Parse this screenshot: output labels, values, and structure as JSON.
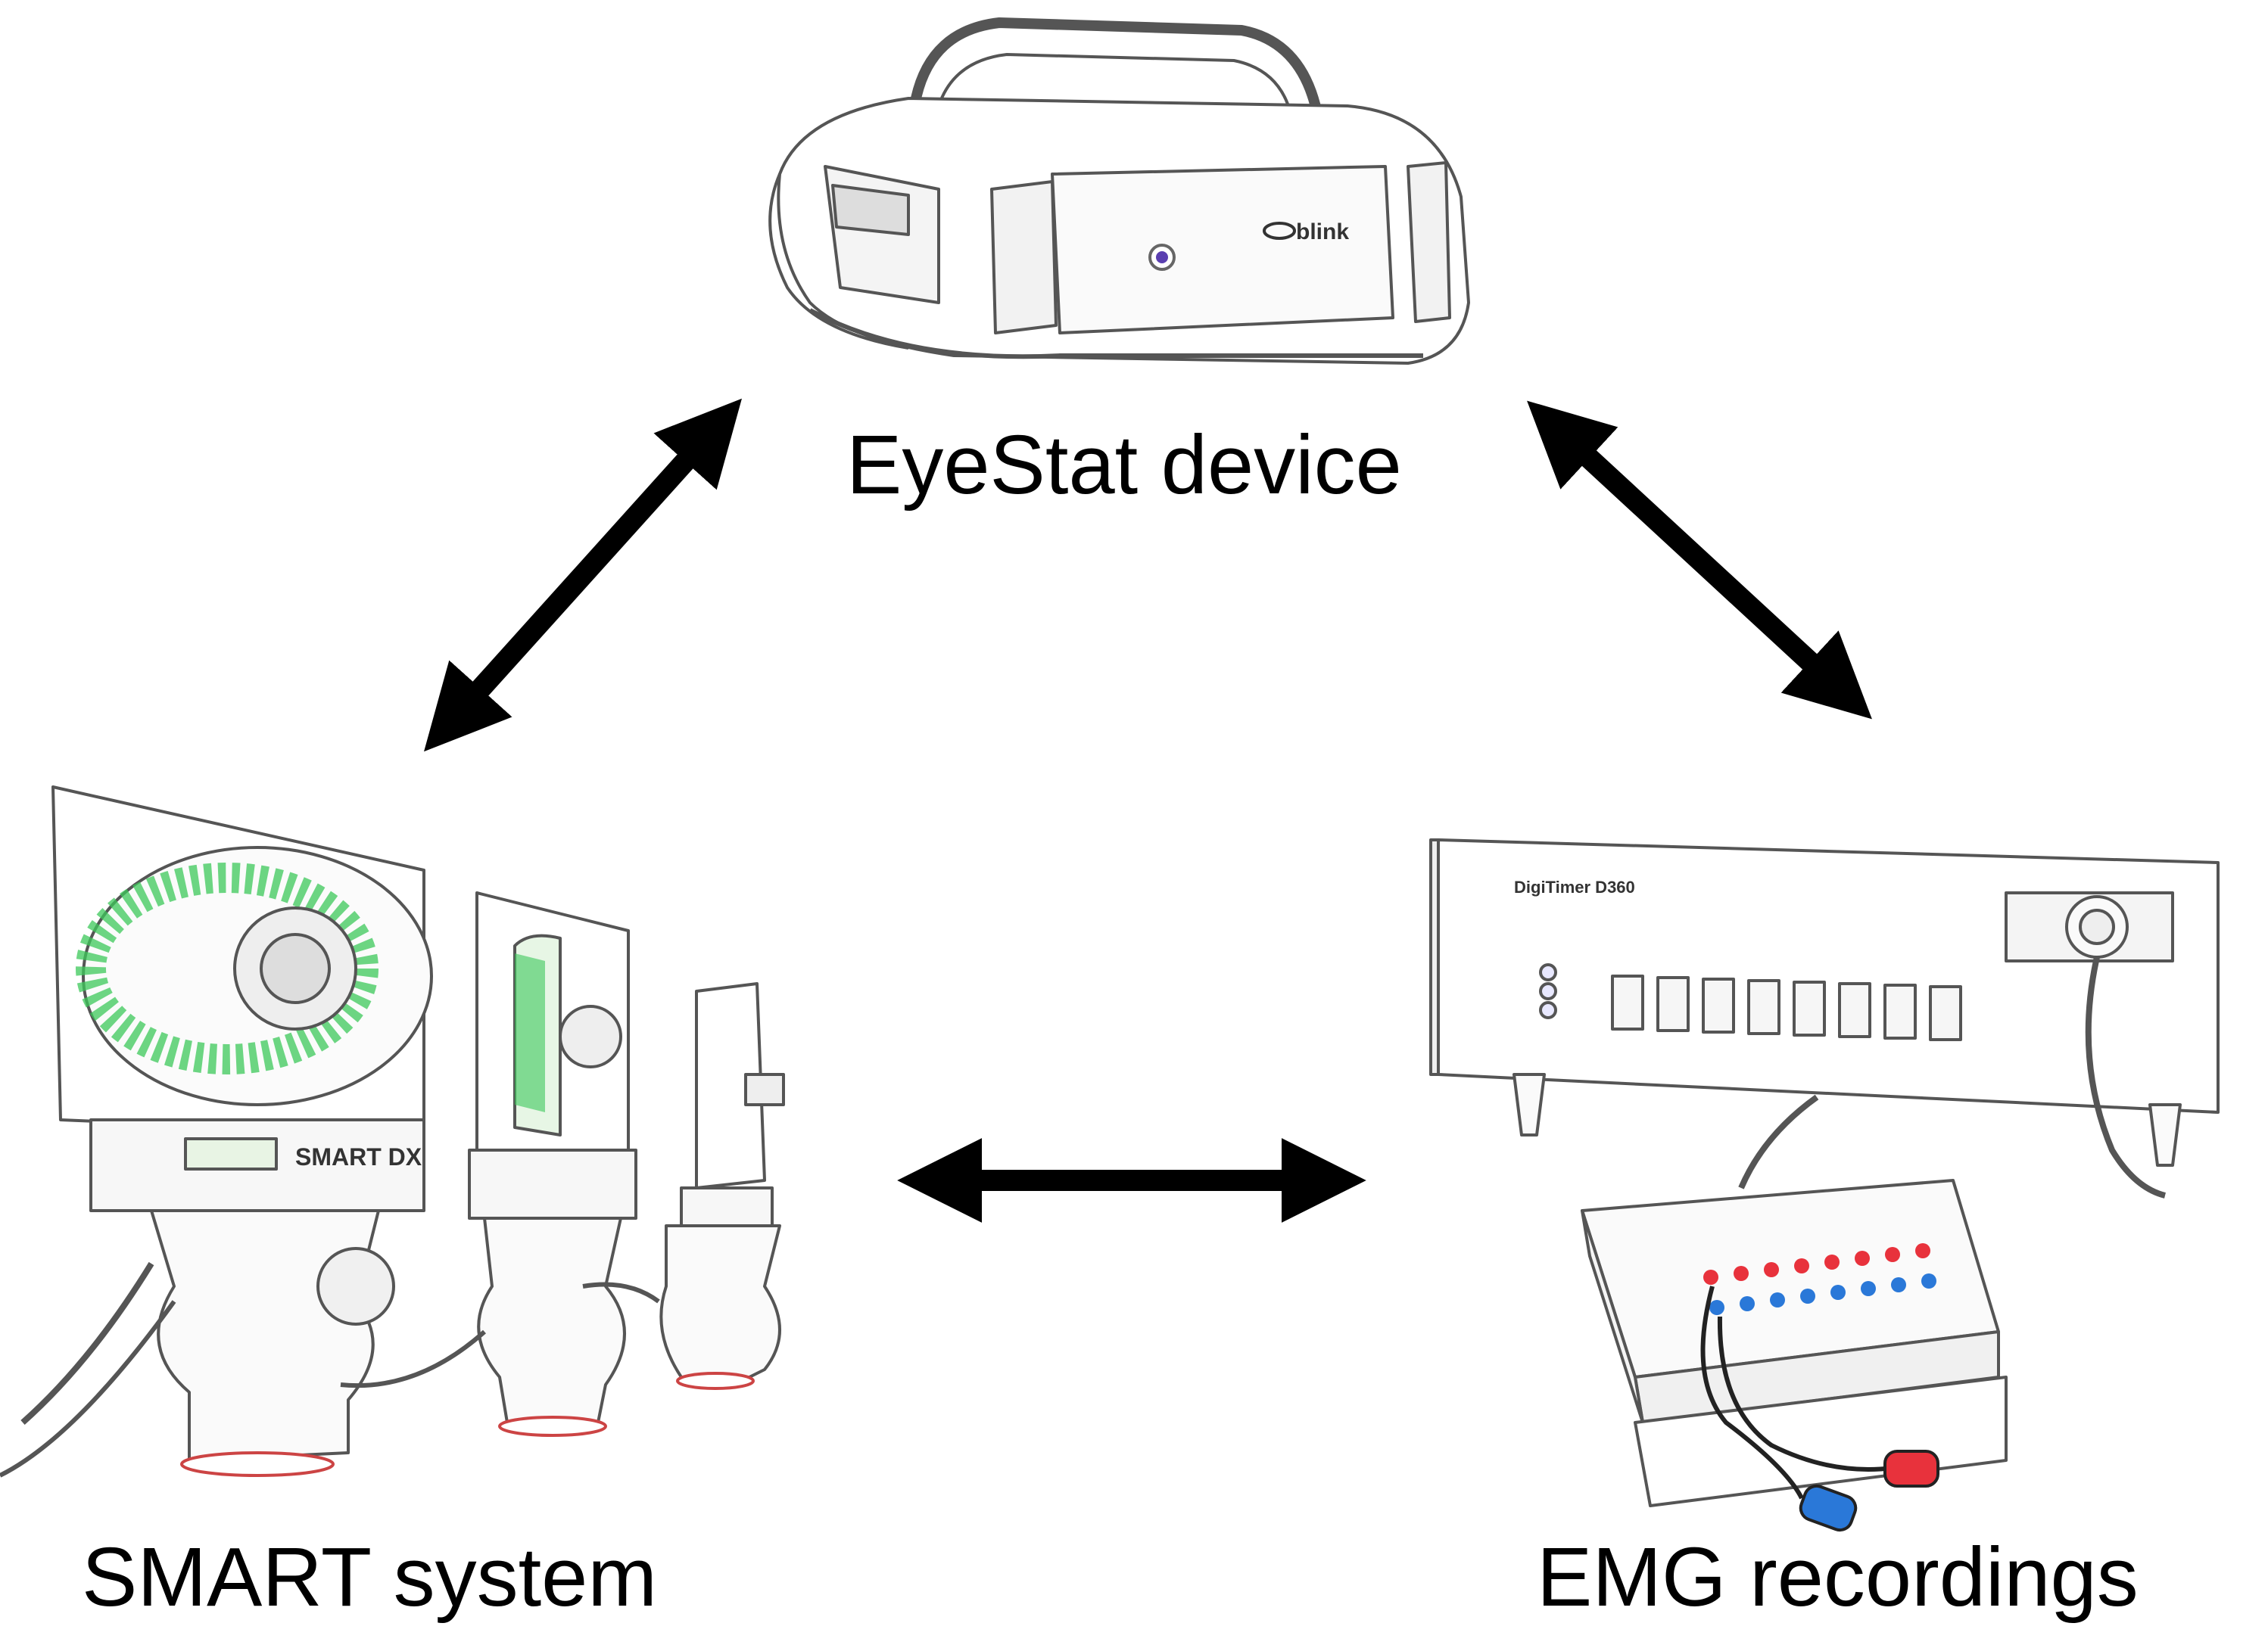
{
  "nodes": {
    "eyestat": {
      "label": "EyeStat device",
      "logo_text": "blink"
    },
    "smart": {
      "label": "SMART system",
      "panel_text": "SMART DX"
    },
    "emg": {
      "label": "EMG recordings",
      "panel_text": "DigiTimer D360"
    }
  },
  "connections": [
    {
      "from": "EyeStat device",
      "to": "SMART system",
      "direction": "bidirectional"
    },
    {
      "from": "EyeStat device",
      "to": "EMG recordings",
      "direction": "bidirectional"
    },
    {
      "from": "SMART system",
      "to": "EMG recordings",
      "direction": "bidirectional"
    }
  ],
  "colors": {
    "arrow": "#000000",
    "outline": "#555555",
    "smart_led": "#3cc85a",
    "electrode_red": "#e8323c",
    "electrode_blue": "#2a78d8"
  }
}
